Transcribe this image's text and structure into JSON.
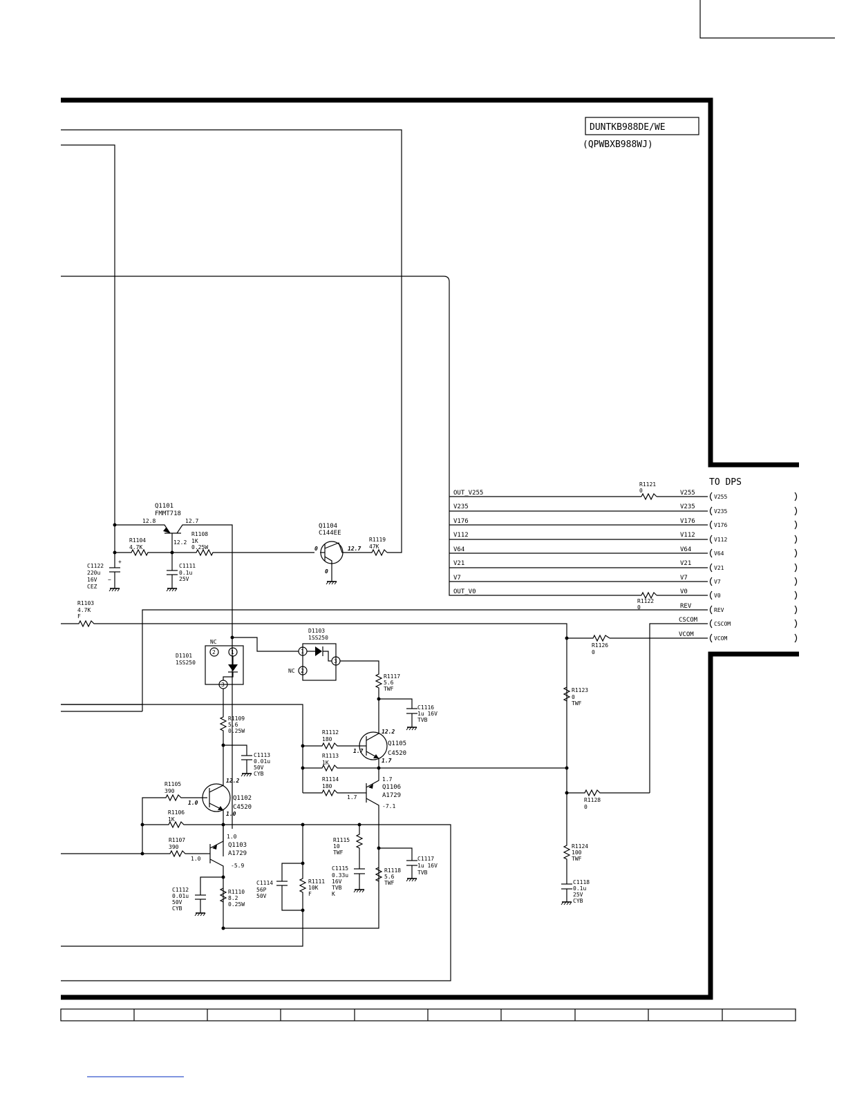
{
  "header": {
    "model_label": "DUNTKB988DE/WE",
    "model_sub": "(QPWBXB988WJ)"
  },
  "connector": {
    "title": "TO DPS",
    "pins": [
      "V255",
      "V235",
      "V176",
      "V112",
      "V64",
      "V21",
      "V7",
      "V0",
      "REV",
      "CSCOM",
      "VCOM"
    ]
  },
  "nets": {
    "left": [
      "OUT_V255",
      "V235",
      "V176",
      "V112",
      "V64",
      "V21",
      "V7",
      "OUT_V0"
    ],
    "right": [
      "V255",
      "V235",
      "V176",
      "V112",
      "V64",
      "V21",
      "V7",
      "V0",
      "REV",
      "CSCOM",
      "VCOM"
    ]
  },
  "parts": {
    "R1121": {
      "ref": "R1121",
      "v1": "0"
    },
    "R1122": {
      "ref": "R1122",
      "v1": "0"
    },
    "Q1101": {
      "ref": "Q1101",
      "v1": "FMMT718"
    },
    "Q1101_v": {
      "e": "12.8",
      "c": "12.7",
      "b": "12.2"
    },
    "R1104": {
      "ref": "R1104",
      "v1": "4.7K"
    },
    "R1108": {
      "ref": "R1108",
      "v1": "1K",
      "v2": "0.25W"
    },
    "C1122": {
      "ref": "C1122",
      "v1": "220u",
      "v2": "16V",
      "v3": "CEZ"
    },
    "C1111": {
      "ref": "C1111",
      "v1": "0.1u",
      "v2": "25V"
    },
    "Q1104": {
      "ref": "Q1104",
      "v1": "C144EE"
    },
    "Q1104_v": {
      "in": "0",
      "out": "12.7",
      "gnd": "0"
    },
    "R1119": {
      "ref": "R1119",
      "v1": "47K"
    },
    "R1103": {
      "ref": "R1103",
      "v1": "4.7K",
      "v2": "F"
    },
    "D1101": {
      "ref": "D1101",
      "v1": "1SS250",
      "nc": "NC",
      "p1": "1",
      "p2": "2",
      "p3": "3"
    },
    "D1103": {
      "ref": "D1103",
      "v1": "1SS250",
      "nc": "NC",
      "p1": "1",
      "p2": "2",
      "p3": "3"
    },
    "R1126": {
      "ref": "R1126",
      "v1": "0"
    },
    "R1117": {
      "ref": "R1117",
      "v1": "5.6",
      "v2": "TWF"
    },
    "C1116": {
      "ref": "C1116",
      "v1": "1u 16V",
      "v2": "TVB"
    },
    "R1123": {
      "ref": "R1123",
      "v1": "0",
      "v2": "TWF"
    },
    "R1109": {
      "ref": "R1109",
      "v1": "5.6",
      "v2": "0.25W"
    },
    "C1113": {
      "ref": "C1113",
      "v1": "0.01u",
      "v2": "50V",
      "v3": "CYB"
    },
    "R1112": {
      "ref": "R1112",
      "v1": "180"
    },
    "R1113": {
      "ref": "R1113",
      "v1": "1K"
    },
    "Q1105": {
      "ref": "Q1105",
      "v1": "C4520"
    },
    "Q1105_v": {
      "c": "12.2",
      "b": "1.7",
      "e": "1.7"
    },
    "R1114": {
      "ref": "R1114",
      "v1": "180"
    },
    "Q1106": {
      "ref": "Q1106",
      "v1": "A1729"
    },
    "Q1106_v": {
      "e": "1.7",
      "b": "1.7",
      "c": "-7.1"
    },
    "R1105": {
      "ref": "R1105",
      "v1": "390"
    },
    "Q1102": {
      "ref": "Q1102",
      "v1": "C4520"
    },
    "Q1102_v": {
      "c": "12.2",
      "b": "1.0",
      "e": "1.0"
    },
    "R1106": {
      "ref": "R1106",
      "v1": "1K"
    },
    "R1128": {
      "ref": "R1128",
      "v1": "0"
    },
    "R1107": {
      "ref": "R1107",
      "v1": "390"
    },
    "Q1103": {
      "ref": "Q1103",
      "v1": "A1729"
    },
    "Q1103_v": {
      "e": "1.0",
      "b": "1.0",
      "c": "-5.9"
    },
    "R1115": {
      "ref": "R1115",
      "v1": "10",
      "v2": "TWF"
    },
    "C1117": {
      "ref": "C1117",
      "v1": "1u 16V",
      "v2": "TVB"
    },
    "C1115": {
      "ref": "C1115",
      "v1": "0.33u",
      "v2": "16V",
      "v3": "TVB",
      "v4": "K"
    },
    "R1118": {
      "ref": "R1118",
      "v1": "5.6",
      "v2": "TWF"
    },
    "R1124": {
      "ref": "R1124",
      "v1": "100",
      "v2": "TWF"
    },
    "C1118": {
      "ref": "C1118",
      "v1": "0.1u",
      "v2": "25V",
      "v3": "CYB"
    },
    "C1112": {
      "ref": "C1112",
      "v1": "0.01u",
      "v2": "50V",
      "v3": "CYB"
    },
    "R1110": {
      "ref": "R1110",
      "v1": "8.2",
      "v2": "0.25W"
    },
    "C1114": {
      "ref": "C1114",
      "v1": "56P",
      "v2": "50V"
    },
    "R1111": {
      "ref": "R1111",
      "v1": "10K",
      "v2": "F"
    }
  }
}
